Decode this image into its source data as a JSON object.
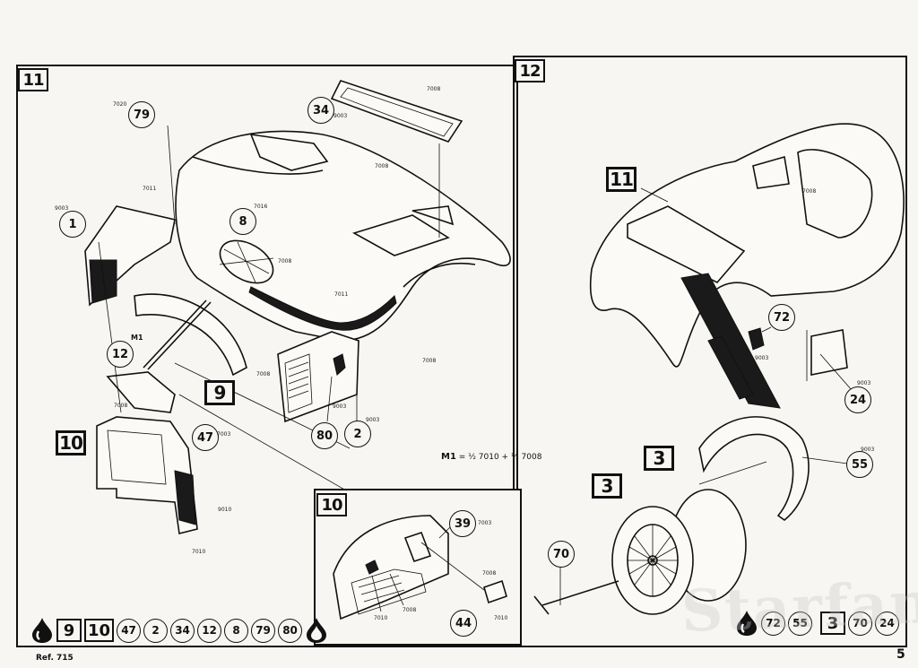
{
  "page": {
    "ref": "Ref. 715",
    "number": "5",
    "watermark": "Starfan"
  },
  "steps": {
    "eleven": "11",
    "twelve": "12",
    "nine": "9",
    "ten": "10",
    "three": "3"
  },
  "parts": {
    "p79": "79",
    "p34": "34",
    "p1": "1",
    "p8": "8",
    "p12": "12",
    "p47": "47",
    "p80": "80",
    "p2": "2",
    "p39": "39",
    "p44": "44",
    "p72": "72",
    "p24": "24",
    "p55": "55",
    "p70": "70"
  },
  "codes": {
    "c7020": "7020",
    "c7008a": "7008",
    "c9003a": "9003",
    "c7011a": "7011",
    "c9003b": "9003",
    "c7008b": "7008",
    "c7016": "7016",
    "c7008c": "7008",
    "c7011b": "7011",
    "c7008d": "7008",
    "c7008e": "7008",
    "c9003c": "9003",
    "c9003d": "9003",
    "c7008f": "7008",
    "c7003a": "7003",
    "c9010": "9010",
    "c7010a": "7010",
    "c7003b": "7003",
    "c7008g": "7008",
    "c7010b": "7010",
    "c7008h": "7008",
    "c7010c": "7010",
    "c7008i": "7008",
    "c9003e": "9003",
    "c9003f": "9003",
    "c9003g": "9003"
  },
  "m1_label": "M1",
  "formula": {
    "label": "M1",
    "eq": "= ½ 7010 + ½ 7008"
  },
  "legend_left": {
    "step_a": "9",
    "step_b": "10",
    "parts": [
      "47",
      "2",
      "34",
      "12",
      "8",
      "79",
      "80"
    ]
  },
  "legend_right": {
    "parts_a": [
      "72",
      "55"
    ],
    "step": "3",
    "parts_b": [
      "70",
      "24"
    ]
  }
}
